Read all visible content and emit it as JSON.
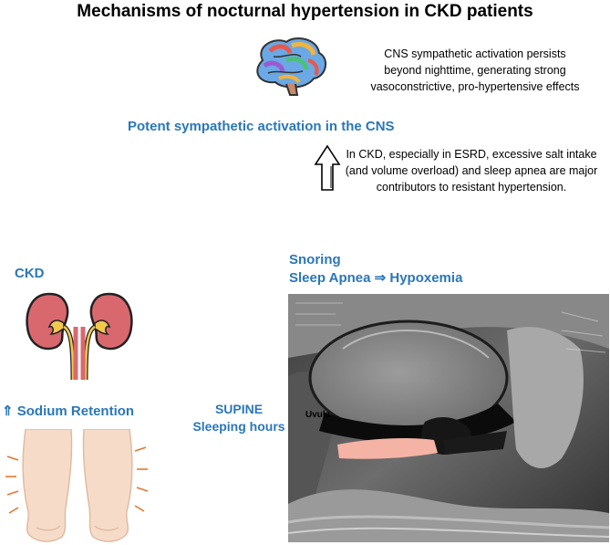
{
  "title": "Mechanisms of nocturnal hypertension in CKD patients",
  "cns_note": {
    "line1": "CNS sympathetic activation persists",
    "line2": "beyond nighttime, generating strong",
    "line3": "vasoconstrictive, pro-hypertensive effects"
  },
  "central_label": "Potent sympathetic activation in the CNS",
  "ckd_note": {
    "line1": "In CKD, especially in ESRD, excessive salt intake",
    "line2": "(and volume overload) and sleep apnea are major",
    "line3": "contributors to resistant hypertension."
  },
  "ckd_label": "CKD",
  "sodium_label": "⇑ Sodium Retention",
  "supine": {
    "line1": "SUPINE",
    "line2": "Sleeping hours"
  },
  "apnea": {
    "line1": "Snoring",
    "line2": "Sleep Apnea ⇒ Hypoxemia"
  },
  "mri": {
    "uvula_label": "Uvula"
  },
  "colors": {
    "accent_blue": "#2a77b8",
    "kidney_red": "#d9686e",
    "kidney_yellow": "#f2c94c",
    "skin": "#f6dcc8",
    "swelling_marks": "#e5772e",
    "mri_tissue_pink": "#f4b3a4"
  }
}
